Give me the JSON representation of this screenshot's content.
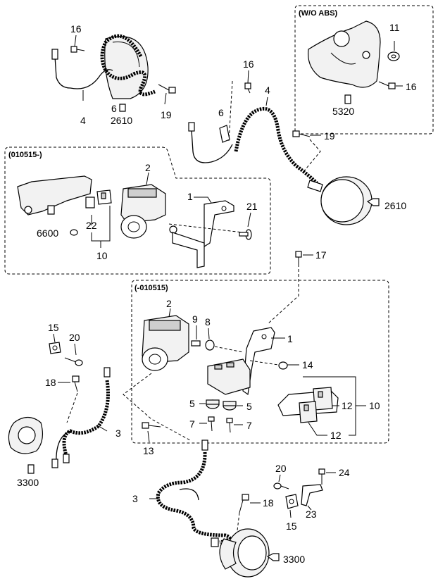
{
  "boxes": {
    "wo_abs": "(W/O ABS)",
    "new_abs": "(010515-)",
    "old_abs": "(-010515)"
  },
  "labels": {
    "l16a": "16",
    "l4a": "4",
    "l6a": "6",
    "l2610a": "2610",
    "l19a": "19",
    "l16b": "16",
    "l4b": "4",
    "l6b": "6",
    "l19b": "19",
    "l2610b": "2610",
    "l11": "11",
    "l16c": "16",
    "l5320": "5320",
    "l2a": "2",
    "l1a": "1",
    "l21": "21",
    "l22": "22",
    "l6600": "6600",
    "l10a": "10",
    "l17": "17",
    "l2b": "2",
    "l9": "9",
    "l8": "8",
    "l1b": "1",
    "l14": "14",
    "l5a": "5",
    "l5b": "5",
    "l7a": "7",
    "l7b": "7",
    "l10b": "10",
    "l12a": "12",
    "l12b": "12",
    "l15a": "15",
    "l20a": "20",
    "l18a": "18",
    "l3a": "3",
    "l13": "13",
    "l3300a": "3300",
    "l3b": "3",
    "l18b": "18",
    "l20b": "20",
    "l24": "24",
    "l23": "23",
    "l15b": "15",
    "l3300b": "3300"
  }
}
